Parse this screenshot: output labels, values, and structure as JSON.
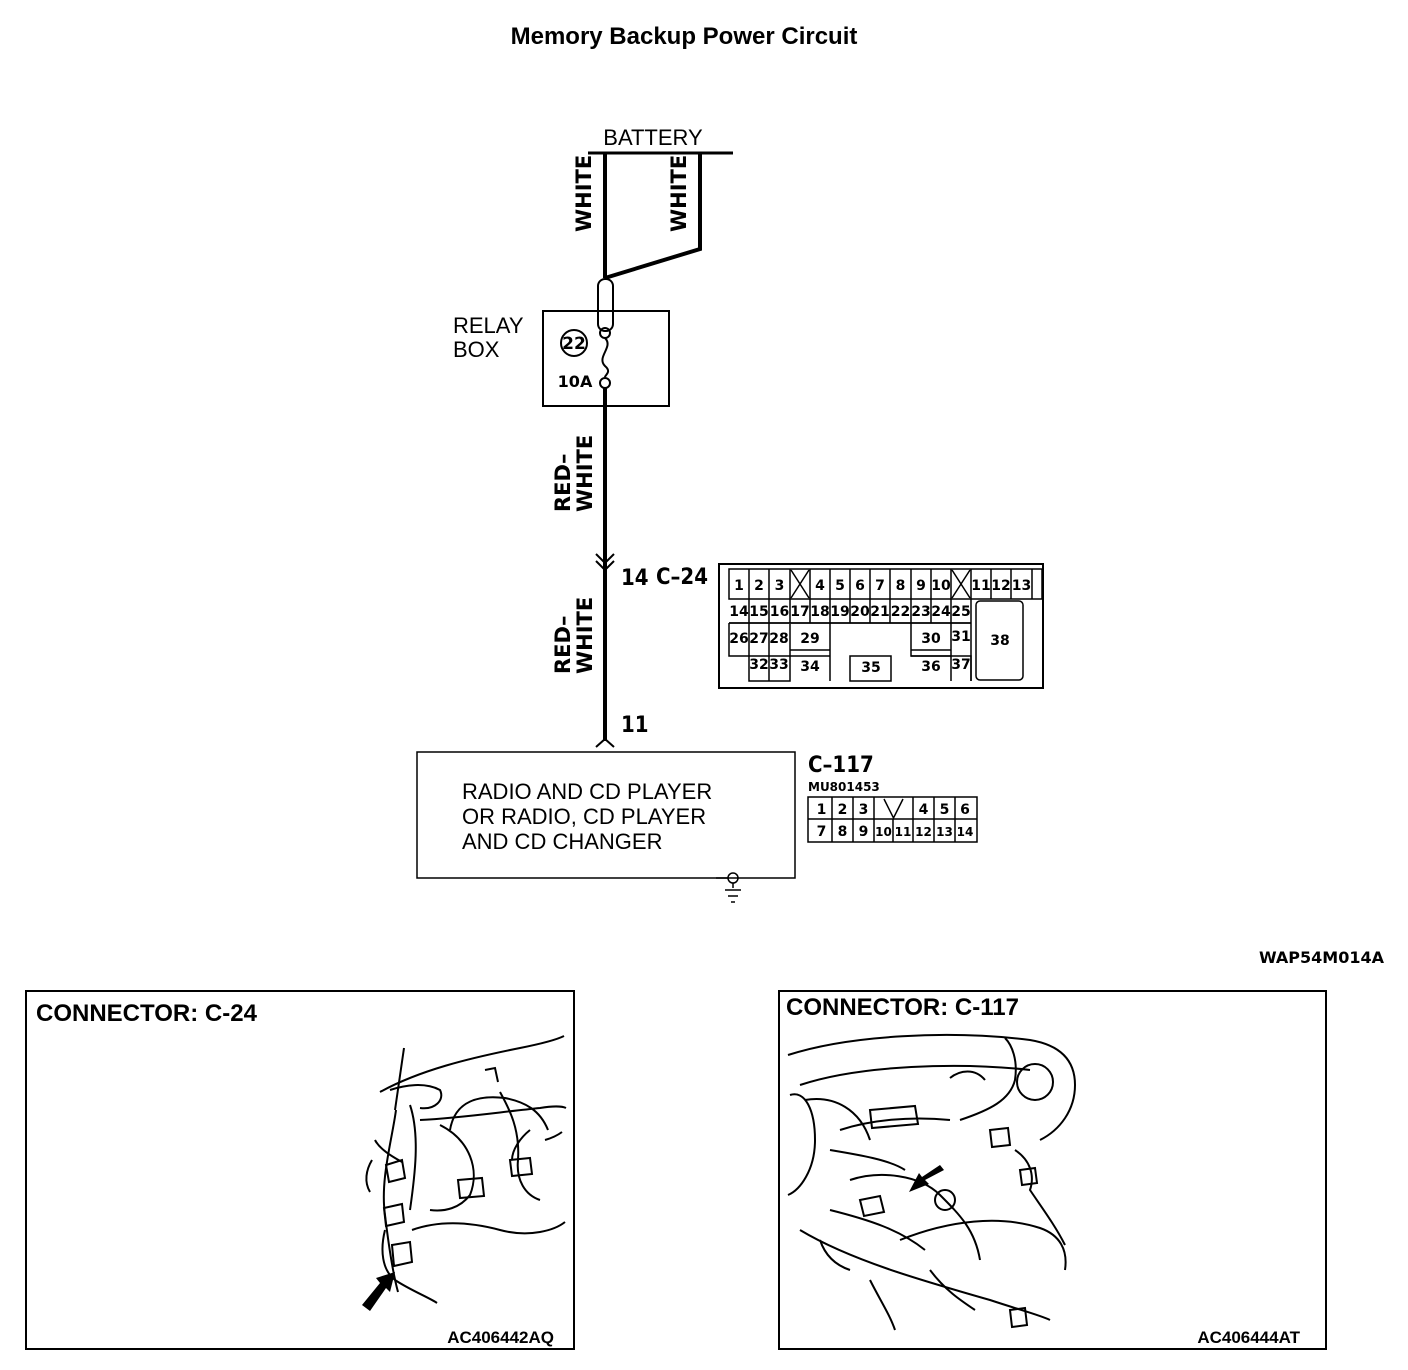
{
  "title": "Memory Backup Power Circuit",
  "battery": "BATTERY",
  "wires": {
    "white_a": "WHITE",
    "white_b": "WHITE",
    "rw1_a": "RED–",
    "rw1_b": "WHITE",
    "rw2_a": "RED–",
    "rw2_b": "WHITE"
  },
  "relay_box": {
    "line1": "RELAY",
    "line2": "BOX",
    "fuse_no": "22",
    "fuse_rating": "10A"
  },
  "c24": {
    "pin": "14",
    "name": "C–24",
    "row1": [
      "1",
      "2",
      "3",
      "",
      "4",
      "5",
      "6",
      "7",
      "8",
      "9",
      "10",
      "",
      "11",
      "12",
      "13"
    ],
    "row2": [
      "14",
      "15",
      "16",
      "17",
      "18",
      "19",
      "20",
      "21",
      "22",
      "23",
      "24",
      "25"
    ],
    "big": {
      "p26": "26",
      "p27": "27",
      "p28": "28",
      "p29": "29",
      "p30": "30",
      "p31": "31",
      "p32": "32",
      "p33": "33",
      "p34": "34",
      "p35": "35",
      "p36": "36",
      "p37": "37",
      "p38": "38"
    }
  },
  "pin11": "11",
  "radio": {
    "line1": "RADIO AND CD PLAYER",
    "line2": "OR RADIO, CD PLAYER",
    "line3": "AND CD CHANGER"
  },
  "c117": {
    "name": "C–117",
    "part": "MU801453",
    "row1": [
      "1",
      "2",
      "3",
      "",
      "4",
      "5",
      "6"
    ],
    "row2": [
      "7",
      "8",
      "9",
      "10",
      "11",
      "12",
      "13",
      "14"
    ]
  },
  "diagram_code": "WAP54M014A",
  "panel_left": {
    "title": "CONNECTOR: C-24",
    "ref": "AC406442AQ"
  },
  "panel_right": {
    "title": "CONNECTOR: C-117",
    "ref": "AC406444AT"
  }
}
